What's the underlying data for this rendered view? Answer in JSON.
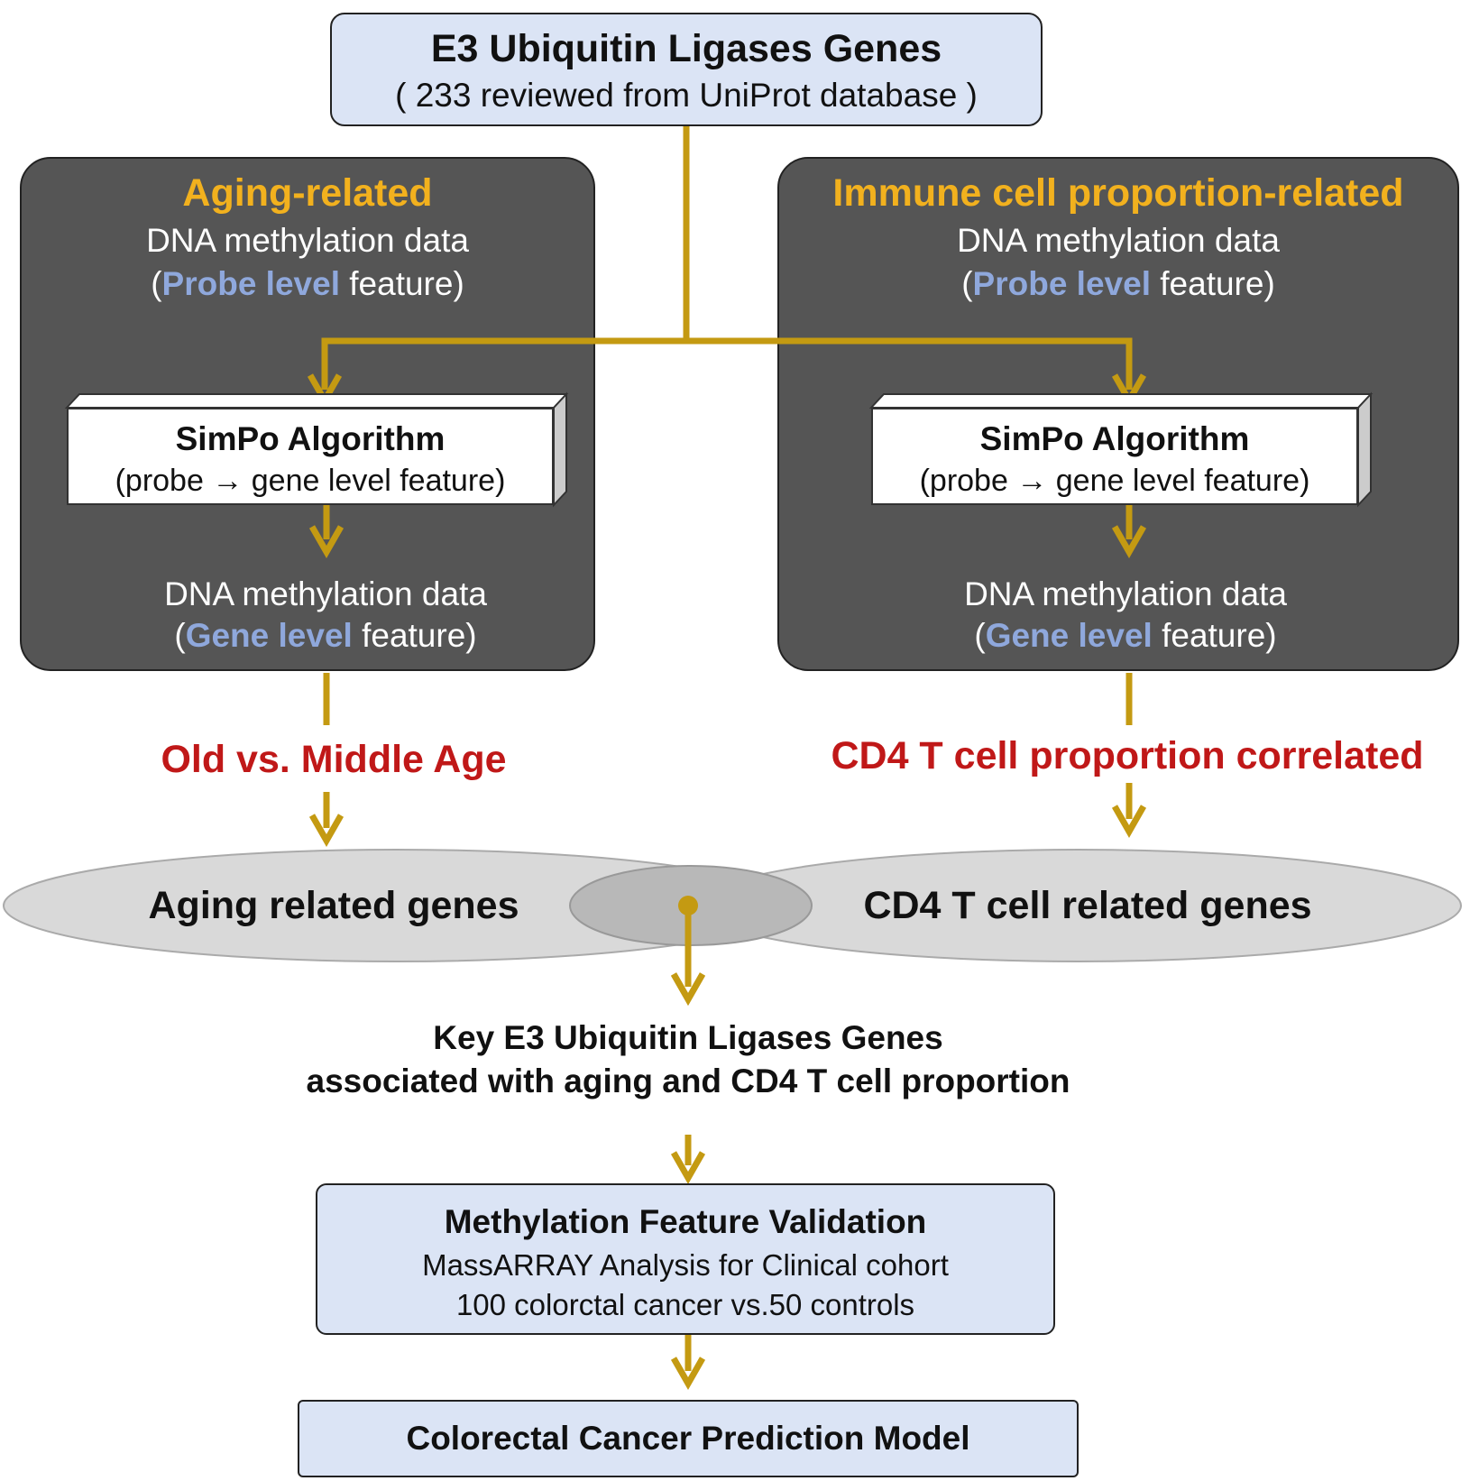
{
  "top_box": {
    "title": "E3 Ubiquitin Ligases Genes",
    "subtitle": "( 233 reviewed from UniProt database )"
  },
  "left_panel": {
    "header": "Aging-related",
    "line1": "DNA methylation data",
    "probe_open": "(",
    "probe_highlight": "Probe level",
    "probe_rest": " feature)",
    "simpo_title": "SimPo Algorithm",
    "simpo_sub": "(probe → gene level feature)",
    "line3": "DNA methylation data",
    "gene_open": "(",
    "gene_highlight": "Gene level",
    "gene_rest": " feature)"
  },
  "right_panel": {
    "header": "Immune cell proportion-related",
    "line1": "DNA methylation data",
    "probe_open": "(",
    "probe_highlight": "Probe level",
    "probe_rest": " feature)",
    "simpo_title": "SimPo Algorithm",
    "simpo_sub": "(probe → gene level feature)",
    "line3": "DNA methylation data",
    "gene_open": "(",
    "gene_highlight": "Gene level",
    "gene_rest": " feature)"
  },
  "left_result": "Old vs. Middle Age",
  "right_result": "CD4 T cell proportion correlated",
  "venn": {
    "left_label": "Aging related genes",
    "right_label": "CD4 T cell related genes"
  },
  "key_genes": {
    "line1": "Key E3 Ubiquitin Ligases Genes",
    "line2": "associated with aging and CD4 T cell proportion"
  },
  "validation_box": {
    "title": "Methylation Feature Validation",
    "line1": "MassARRAY Analysis for Clinical cohort",
    "line2": "100 colorctal cancer vs.50 controls"
  },
  "model_box": {
    "title": "Colorectal Cancer Prediction Model"
  },
  "colors": {
    "arrow": "#c49a12",
    "panel": "#555555",
    "box": "#dbe4f5",
    "highlight_orange": "#f2b11e",
    "highlight_blue": "#8fa8dc",
    "red": "#c01818"
  }
}
